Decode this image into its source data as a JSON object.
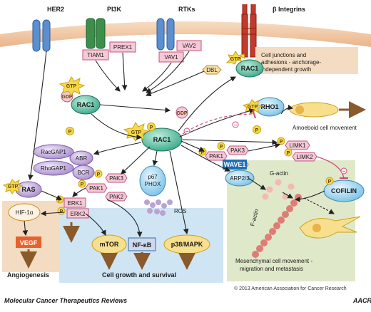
{
  "receptors": {
    "her2": "HER2",
    "pi3k": "PI3K",
    "rtks": "RTKs",
    "integrins": "β Integrins"
  },
  "gefs": {
    "tiam1": "TIAM1",
    "prex1": "PREX1",
    "vav2": "VAV2",
    "vav1": "VAV1",
    "dbl": "DBL"
  },
  "nodes": {
    "rac1": "RAC1",
    "gtp": "GTP",
    "gdp": "GDP",
    "p": "P",
    "rho1": "RHO1",
    "racgap1": "RacGAP1",
    "abr": "ABR",
    "rhogap1": "RhoGAP1",
    "bcr": "BCR",
    "ras": "RAS",
    "pak1": "PAK1",
    "pak2": "PAK2",
    "pak3": "PAK3",
    "p67phox_1": "p67",
    "p67phox_2": "PHOX",
    "ros": "ROS",
    "limk1": "LIMK1",
    "limk2": "LIMK2",
    "cofilin": "COFILIN",
    "wave1": "WAVE1",
    "arp23": "ARP2/3",
    "gactin": "G-actin",
    "factin": "F-actin",
    "hif1a": "HIF-1α",
    "erk1": "ERK1",
    "erk2": "ERK2",
    "vegf": "VEGF",
    "mtor": "mTOR",
    "nfkb": "NF-κB",
    "p38": "p38/MAPK"
  },
  "outcomes": {
    "junctions_1": "Cell junctions and",
    "junctions_2": "adhesions - anchorage-",
    "junctions_3": "independent growth",
    "amoeboid": "Amoeboid cell movement",
    "angiogenesis": "Angiogenesis",
    "growth": "Cell growth and survival",
    "mesenchymal_1": "Mesenchymal cell movement -",
    "mesenchymal_2": "migration and metastasis"
  },
  "footer": {
    "journal": "Molecular Cancer Therapeutics Reviews",
    "copyright": "© 2013 American Association for Cancer Research",
    "logo": "AACR"
  },
  "colors": {
    "membrane": "#f3c9a4",
    "rac1": "#3aa88a",
    "gtp": "#f6d94a",
    "pink_box": "#f6c9d6",
    "purple": "#b9a3d3",
    "orange_panel": "#f4dcc2",
    "blue_panel": "#cfe5f4",
    "green_panel": "#dfe8c9",
    "inhibit": "#d2467a"
  }
}
